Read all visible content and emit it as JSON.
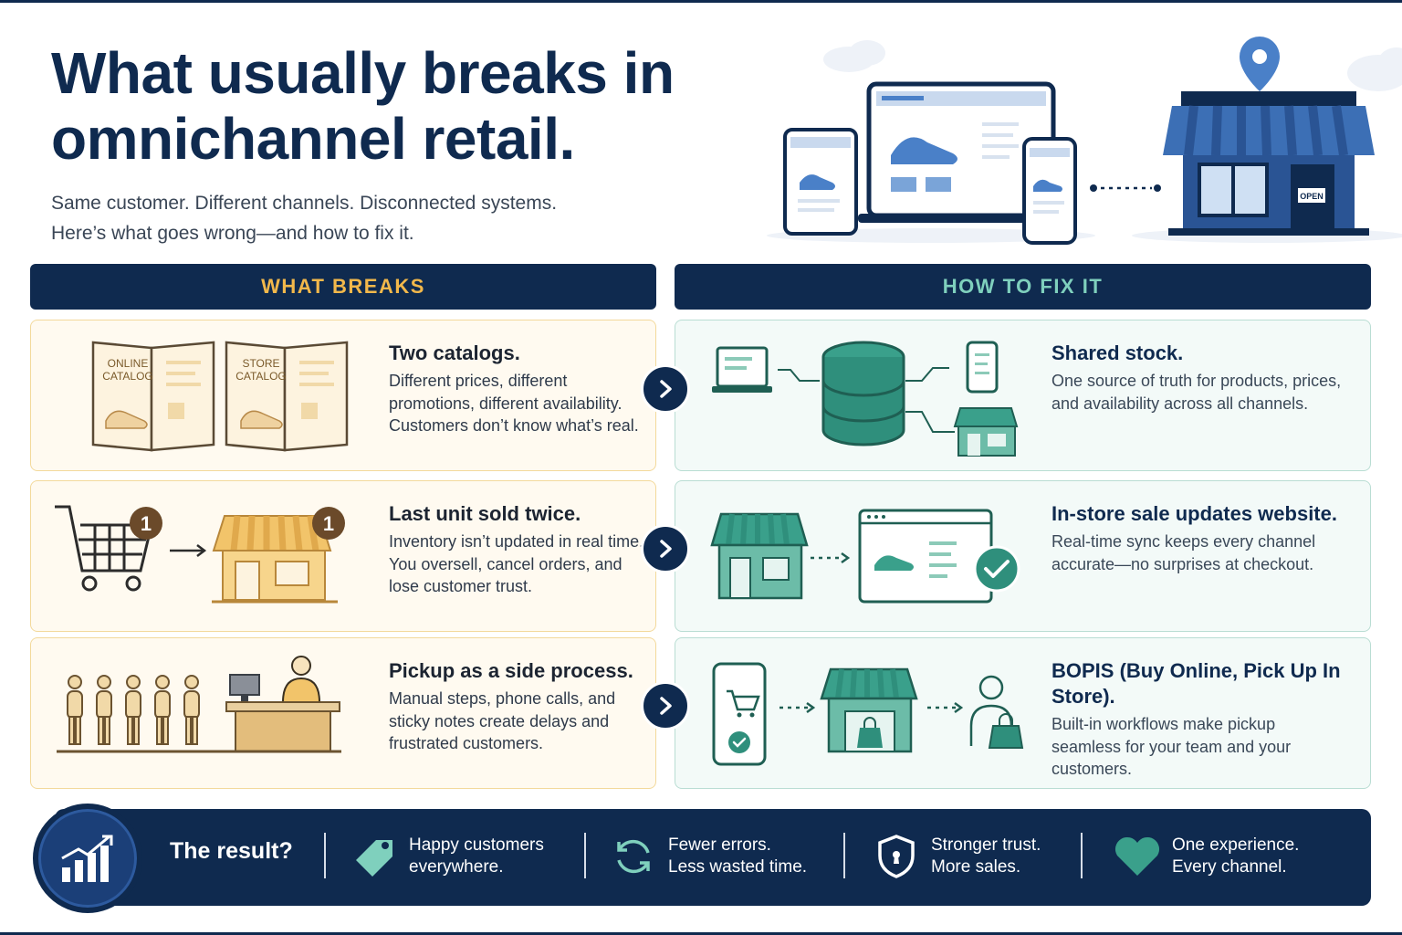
{
  "title": "What usually breaks in omnichannel retail.",
  "subtitle_line1": "Same customer. Different channels. Disconnected systems.",
  "subtitle_line2": "Here’s what goes wrong—and how to fix it.",
  "hero": {
    "store_sign": "OPEN"
  },
  "headers": {
    "breaks": "WHAT BREAKS",
    "fix": "HOW TO FIX IT"
  },
  "breaks": [
    {
      "title": "Two catalogs.",
      "body": "Different prices, different promotions, different availability. Customers don’t know what’s real.",
      "label_a1": "ONLINE",
      "label_a2": "CATALOG",
      "label_b1": "STORE",
      "label_b2": "CATALOG"
    },
    {
      "title": "Last unit sold twice.",
      "body": "Inventory isn’t updated in real time. You oversell, cancel orders, and lose customer trust.",
      "badge": "1"
    },
    {
      "title": "Pickup as a side process.",
      "body": "Manual steps, phone calls, and sticky notes create delays and frustrated customers."
    }
  ],
  "fixes": [
    {
      "title": "Shared stock.",
      "body": "One source of truth for products, prices, and availability across all channels."
    },
    {
      "title": "In-store sale updates website.",
      "body": "Real-time sync keeps every channel accurate—no surprises at checkout."
    },
    {
      "title": "BOPIS (Buy Online, Pick Up In Store).",
      "body": "Built-in workflows make pickup seamless for your team and your customers."
    }
  ],
  "result": {
    "label": "The result?",
    "items": [
      {
        "line1": "Happy customers",
        "line2": "everywhere.",
        "icon": "tag-icon"
      },
      {
        "line1": "Fewer errors.",
        "line2": "Less wasted time.",
        "icon": "sync-icon"
      },
      {
        "line1": "Stronger trust.",
        "line2": "More sales.",
        "icon": "shield-icon"
      },
      {
        "line1": "One experience.",
        "line2": "Every channel.",
        "icon": "heart-icon"
      }
    ]
  },
  "colors": {
    "navy": "#0f2a4f",
    "gold": "#f2b84b",
    "teal": "#2f8f7c",
    "amber": "#e9b35a"
  }
}
